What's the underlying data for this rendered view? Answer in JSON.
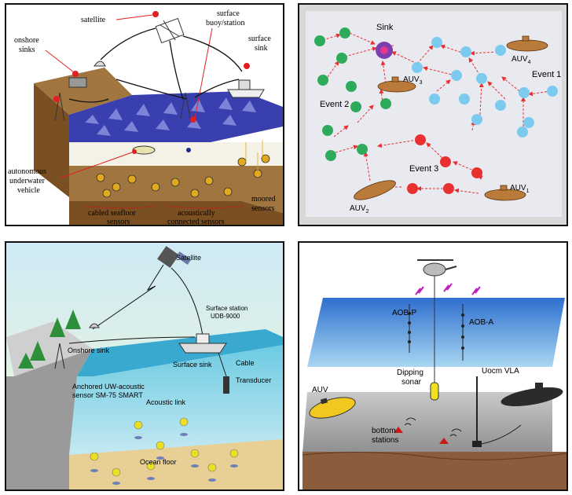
{
  "panel1": {
    "labels": {
      "satellite": "satellite",
      "surface_buoy_1": "surface",
      "surface_buoy_2": "buoy/station",
      "surface_sink_1": "surface",
      "surface_sink_2": "sink",
      "onshore_1": "onshore",
      "onshore_2": "sinks",
      "auv_1": "autonomous",
      "auv_2": "underwater",
      "auv_3": "vehicle",
      "cabled_1": "cabled seafloor",
      "cabled_2": "sensors",
      "acoustic_1": "acoustically",
      "acoustic_2": "connected sensors",
      "moored_1": "moored",
      "moored_2": "sensors"
    }
  },
  "panel2": {
    "labels": {
      "sink": "Sink",
      "event1": "Event 1",
      "event2": "Event 2",
      "event3": "Event 3",
      "auv1": "AUV",
      "auv1_sub": "1",
      "auv2": "AUV",
      "auv2_sub": "2",
      "auv3": "AUV",
      "auv3_sub": "3",
      "auv4": "AUV",
      "auv4_sub": "4"
    },
    "colors": {
      "green": "#2eab5a",
      "blue": "#7ccbee",
      "red": "#e83030",
      "sink_ring": "#7b3fb0",
      "sink_core": "#e8388c"
    }
  },
  "panel3": {
    "labels": {
      "satellite": "Satellite",
      "surface_station_1": "Surface station",
      "surface_station_2": "UDB-9000",
      "onshore_sink": "Onshore sink",
      "surface_sink": "Surface sink",
      "cable": "Cable",
      "transducer": "Transducer",
      "anchored_1": "Anchored UW-acoustic",
      "anchored_2": "sensor SM-75 SMART",
      "acoustic_link": "Acoustic link",
      "ocean_floor": "Ocean floor"
    }
  },
  "panel4": {
    "labels": {
      "aob_p": "AOB-P",
      "aob_a": "AOB-A",
      "auv": "AUV",
      "dipping_1": "Dipping",
      "dipping_2": "sonar",
      "uocm": "Uocm VLA",
      "bottom_1": "bottom",
      "bottom_2": "stations"
    }
  }
}
